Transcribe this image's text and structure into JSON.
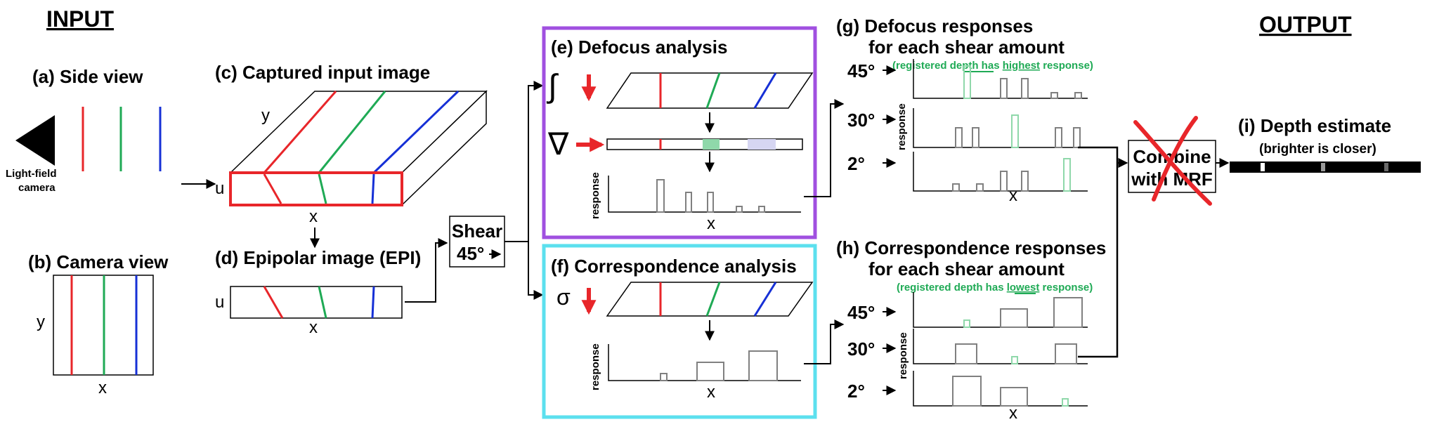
{
  "headers": {
    "input": "INPUT",
    "output": "OUTPUT"
  },
  "side_view": {
    "title": "(a) Side view",
    "camera_label_1": "Light-field",
    "camera_label_2": "camera"
  },
  "camera_view": {
    "title": "(b) Camera view",
    "y": "y",
    "x": "x"
  },
  "captured": {
    "title": "(c) Captured input image",
    "y": "y",
    "u": "u",
    "x": "x"
  },
  "epi": {
    "title": "(d) Epipolar image (EPI)",
    "u": "u",
    "x": "x"
  },
  "shear": {
    "label": "Shear",
    "angle": "45°"
  },
  "defocus": {
    "title": "(e) Defocus analysis",
    "integral": "∫",
    "gradient": "∇",
    "response": "response",
    "x": "x"
  },
  "correspondence": {
    "title": "(f) Correspondence analysis",
    "sigma": "σ",
    "response": "response",
    "x": "x"
  },
  "g": {
    "title_1": "(g) Defocus responses",
    "title_2": "for each shear amount",
    "note_pre": "(registered depth has ",
    "note_key": "highest",
    "note_post": " response)",
    "angles": [
      "45°",
      "30°",
      "2°"
    ],
    "response": "response",
    "x": "x"
  },
  "h": {
    "title_1": "(h) Correspondence responses",
    "title_2": "for each shear amount",
    "note_pre": "(registered depth has ",
    "note_key": "lowest",
    "note_post": " response)",
    "angles": [
      "45°",
      "30°",
      "2°"
    ],
    "response": "response",
    "x": "x"
  },
  "combine": {
    "line_1": "Combine",
    "line_2": "with MRF"
  },
  "depth": {
    "title": "(i) Depth estimate",
    "subtitle": "(brighter is closer)"
  },
  "colors": {
    "red": "#e8262a",
    "green": "#1faa55",
    "blue": "#1630d6",
    "purple": "#a050e0",
    "cyan": "#5ce0ee",
    "light_green": "#8fd8aa",
    "light_purple": "#d6d6f2",
    "bar_gray": "#808080"
  }
}
